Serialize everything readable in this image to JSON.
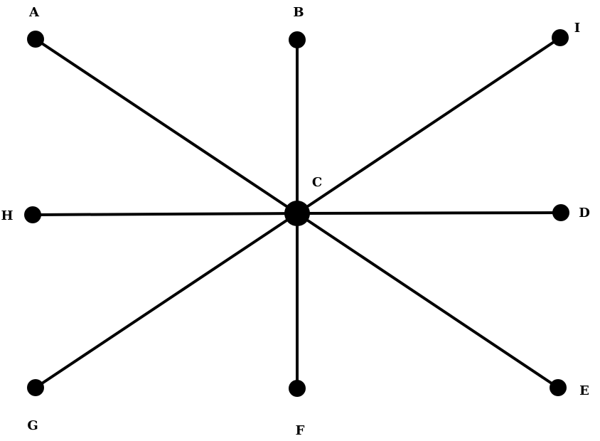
{
  "diagram": {
    "center": {
      "id": "C",
      "label": "C"
    },
    "nodes": [
      {
        "id": "A",
        "label": "A"
      },
      {
        "id": "B",
        "label": "B"
      },
      {
        "id": "I",
        "label": "I"
      },
      {
        "id": "H",
        "label": "H"
      },
      {
        "id": "D",
        "label": "D"
      },
      {
        "id": "G",
        "label": "G"
      },
      {
        "id": "F",
        "label": "F"
      },
      {
        "id": "E",
        "label": "E"
      }
    ],
    "edges": [
      [
        "C",
        "A"
      ],
      [
        "C",
        "B"
      ],
      [
        "C",
        "I"
      ],
      [
        "C",
        "H"
      ],
      [
        "C",
        "D"
      ],
      [
        "C",
        "G"
      ],
      [
        "C",
        "F"
      ],
      [
        "C",
        "E"
      ]
    ],
    "colors": {
      "line": "#000000",
      "node": "#000000",
      "background": "#ffffff"
    }
  }
}
